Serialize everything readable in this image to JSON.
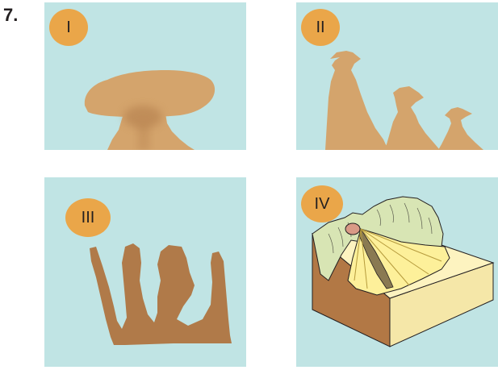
{
  "question": {
    "number": "7."
  },
  "panels": [
    {
      "label": "I"
    },
    {
      "label": "II"
    },
    {
      "label": "III"
    },
    {
      "label": "IV"
    }
  ],
  "colors": {
    "background": "#c0e4e4",
    "badge": "#eaa649",
    "rock_light": "#d4a46c",
    "rock_dark": "#b07a49",
    "vegetation": "#d8e5b4",
    "fan": "#fdf09a",
    "block_side": "#b27845",
    "block_top": "#fdf3c0"
  }
}
